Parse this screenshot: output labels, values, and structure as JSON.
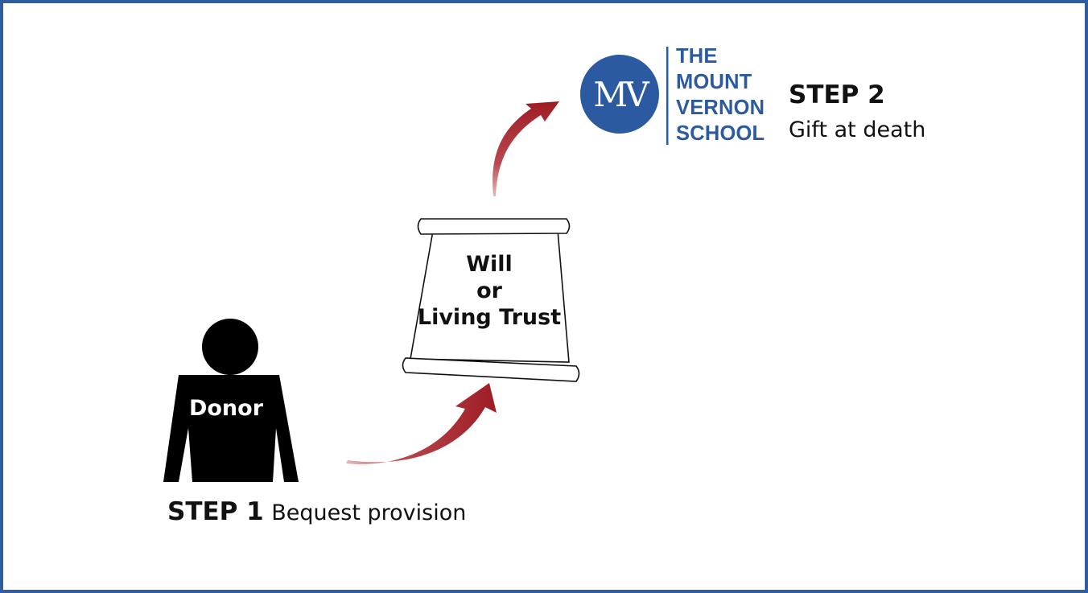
{
  "donor": {
    "label": "Donor"
  },
  "step1": {
    "title": "STEP 1",
    "description": "Bequest provision"
  },
  "document": {
    "lines": [
      "Will",
      "or",
      "Living Trust"
    ]
  },
  "logo": {
    "monogram": "MV",
    "lines": [
      "THE",
      "MOUNT",
      "VERNON",
      "SCHOOL"
    ]
  },
  "step2": {
    "title": "STEP 2",
    "description": "Gift at death"
  },
  "colors": {
    "brand_blue": "#2d5fa0",
    "arrow_red": "#a52028",
    "figure": "#000000"
  }
}
